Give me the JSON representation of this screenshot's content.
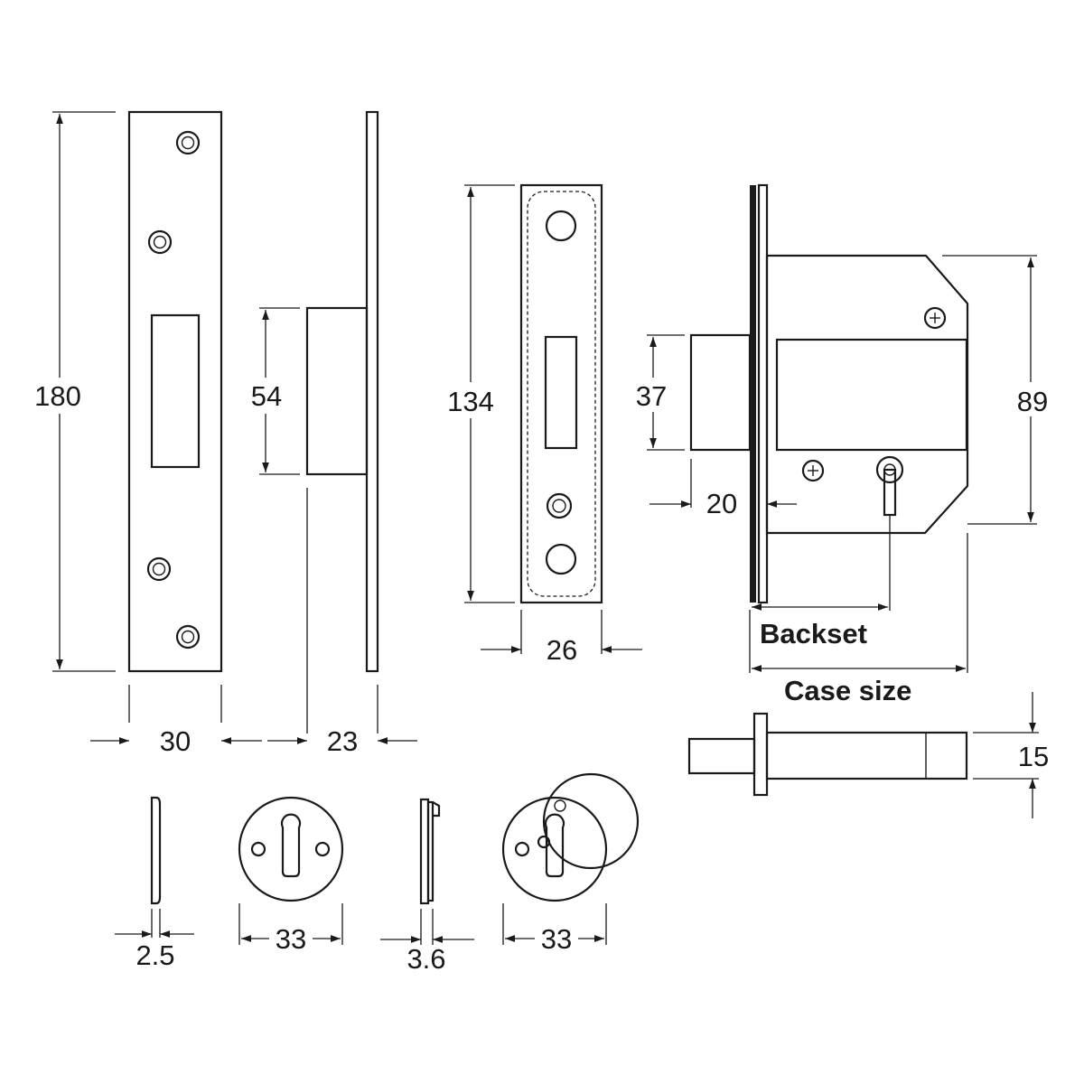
{
  "dimensions": {
    "forend_height": "180",
    "forend_width": "30",
    "bolt_height": "54",
    "bolt_projection": "23",
    "keep_height": "134",
    "keep_width": "26",
    "case_bolt_height": "37",
    "faceplate_gap": "20",
    "case_height": "89",
    "backset": "Backset",
    "case_size": "Case size",
    "bolt_thickness": "15",
    "plate_thickness": "2.5",
    "escutcheon_diameter": "33",
    "covered_escutcheon_thickness": "3.6",
    "covered_escutcheon_diameter": "33"
  },
  "colors": {
    "line": "#1a1a1a",
    "background": "#ffffff"
  },
  "icons": [
    "screw-hole-icon",
    "cross-head-screw-icon",
    "keyhole-icon"
  ]
}
